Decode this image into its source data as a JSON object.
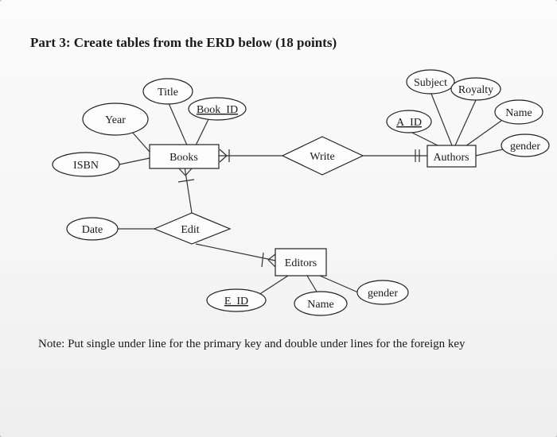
{
  "heading": "Part 3: Create tables from the ERD below (18 points)",
  "note": "Note: Put single under line for the primary key and double under lines for the foreign key",
  "entities": {
    "books": "Books",
    "authors": "Authors",
    "editors": "Editors"
  },
  "relationships": {
    "write": "Write",
    "edit": "Edit"
  },
  "attributes": {
    "title": "Title",
    "book_id": "Book_ID",
    "year": "Year",
    "isbn": "ISBN",
    "date": "Date",
    "subject": "Subject",
    "royalty": "Royalty",
    "name_author": "Name",
    "a_id": "A_ID",
    "gender_author": "gender",
    "e_id": "E_ID",
    "name_editor": "Name",
    "gender_editor": "gender"
  }
}
